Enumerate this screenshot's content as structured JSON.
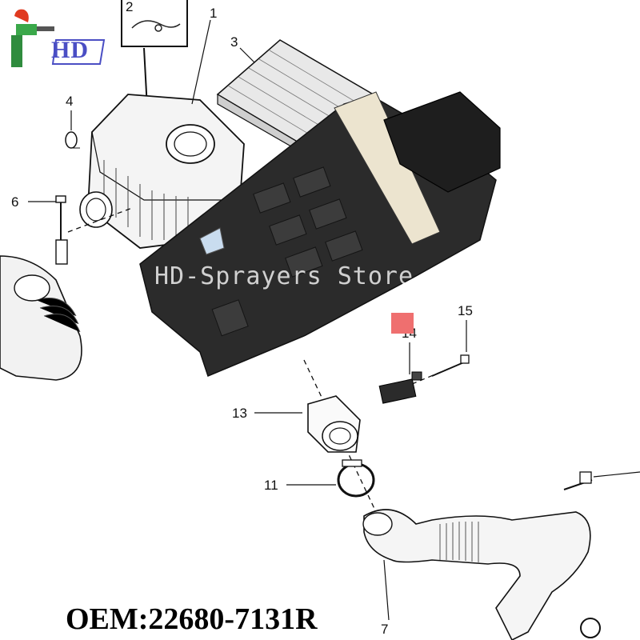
{
  "brand": {
    "text": "HD"
  },
  "watermark": {
    "text": "HD-Sprayers Store"
  },
  "oem": {
    "text": "OEM:22680-7131R"
  },
  "colors": {
    "marker": "#ef6f6f",
    "brand": "#4a4ec4",
    "ink": "#111111",
    "sensor_body": "#2b2b2b"
  },
  "callouts": {
    "c1": "1",
    "c2": "2",
    "c3": "3",
    "c4": "4",
    "c6": "6",
    "c7": "7",
    "c11": "11",
    "c13": "13",
    "c14": "14",
    "c15": "15"
  }
}
